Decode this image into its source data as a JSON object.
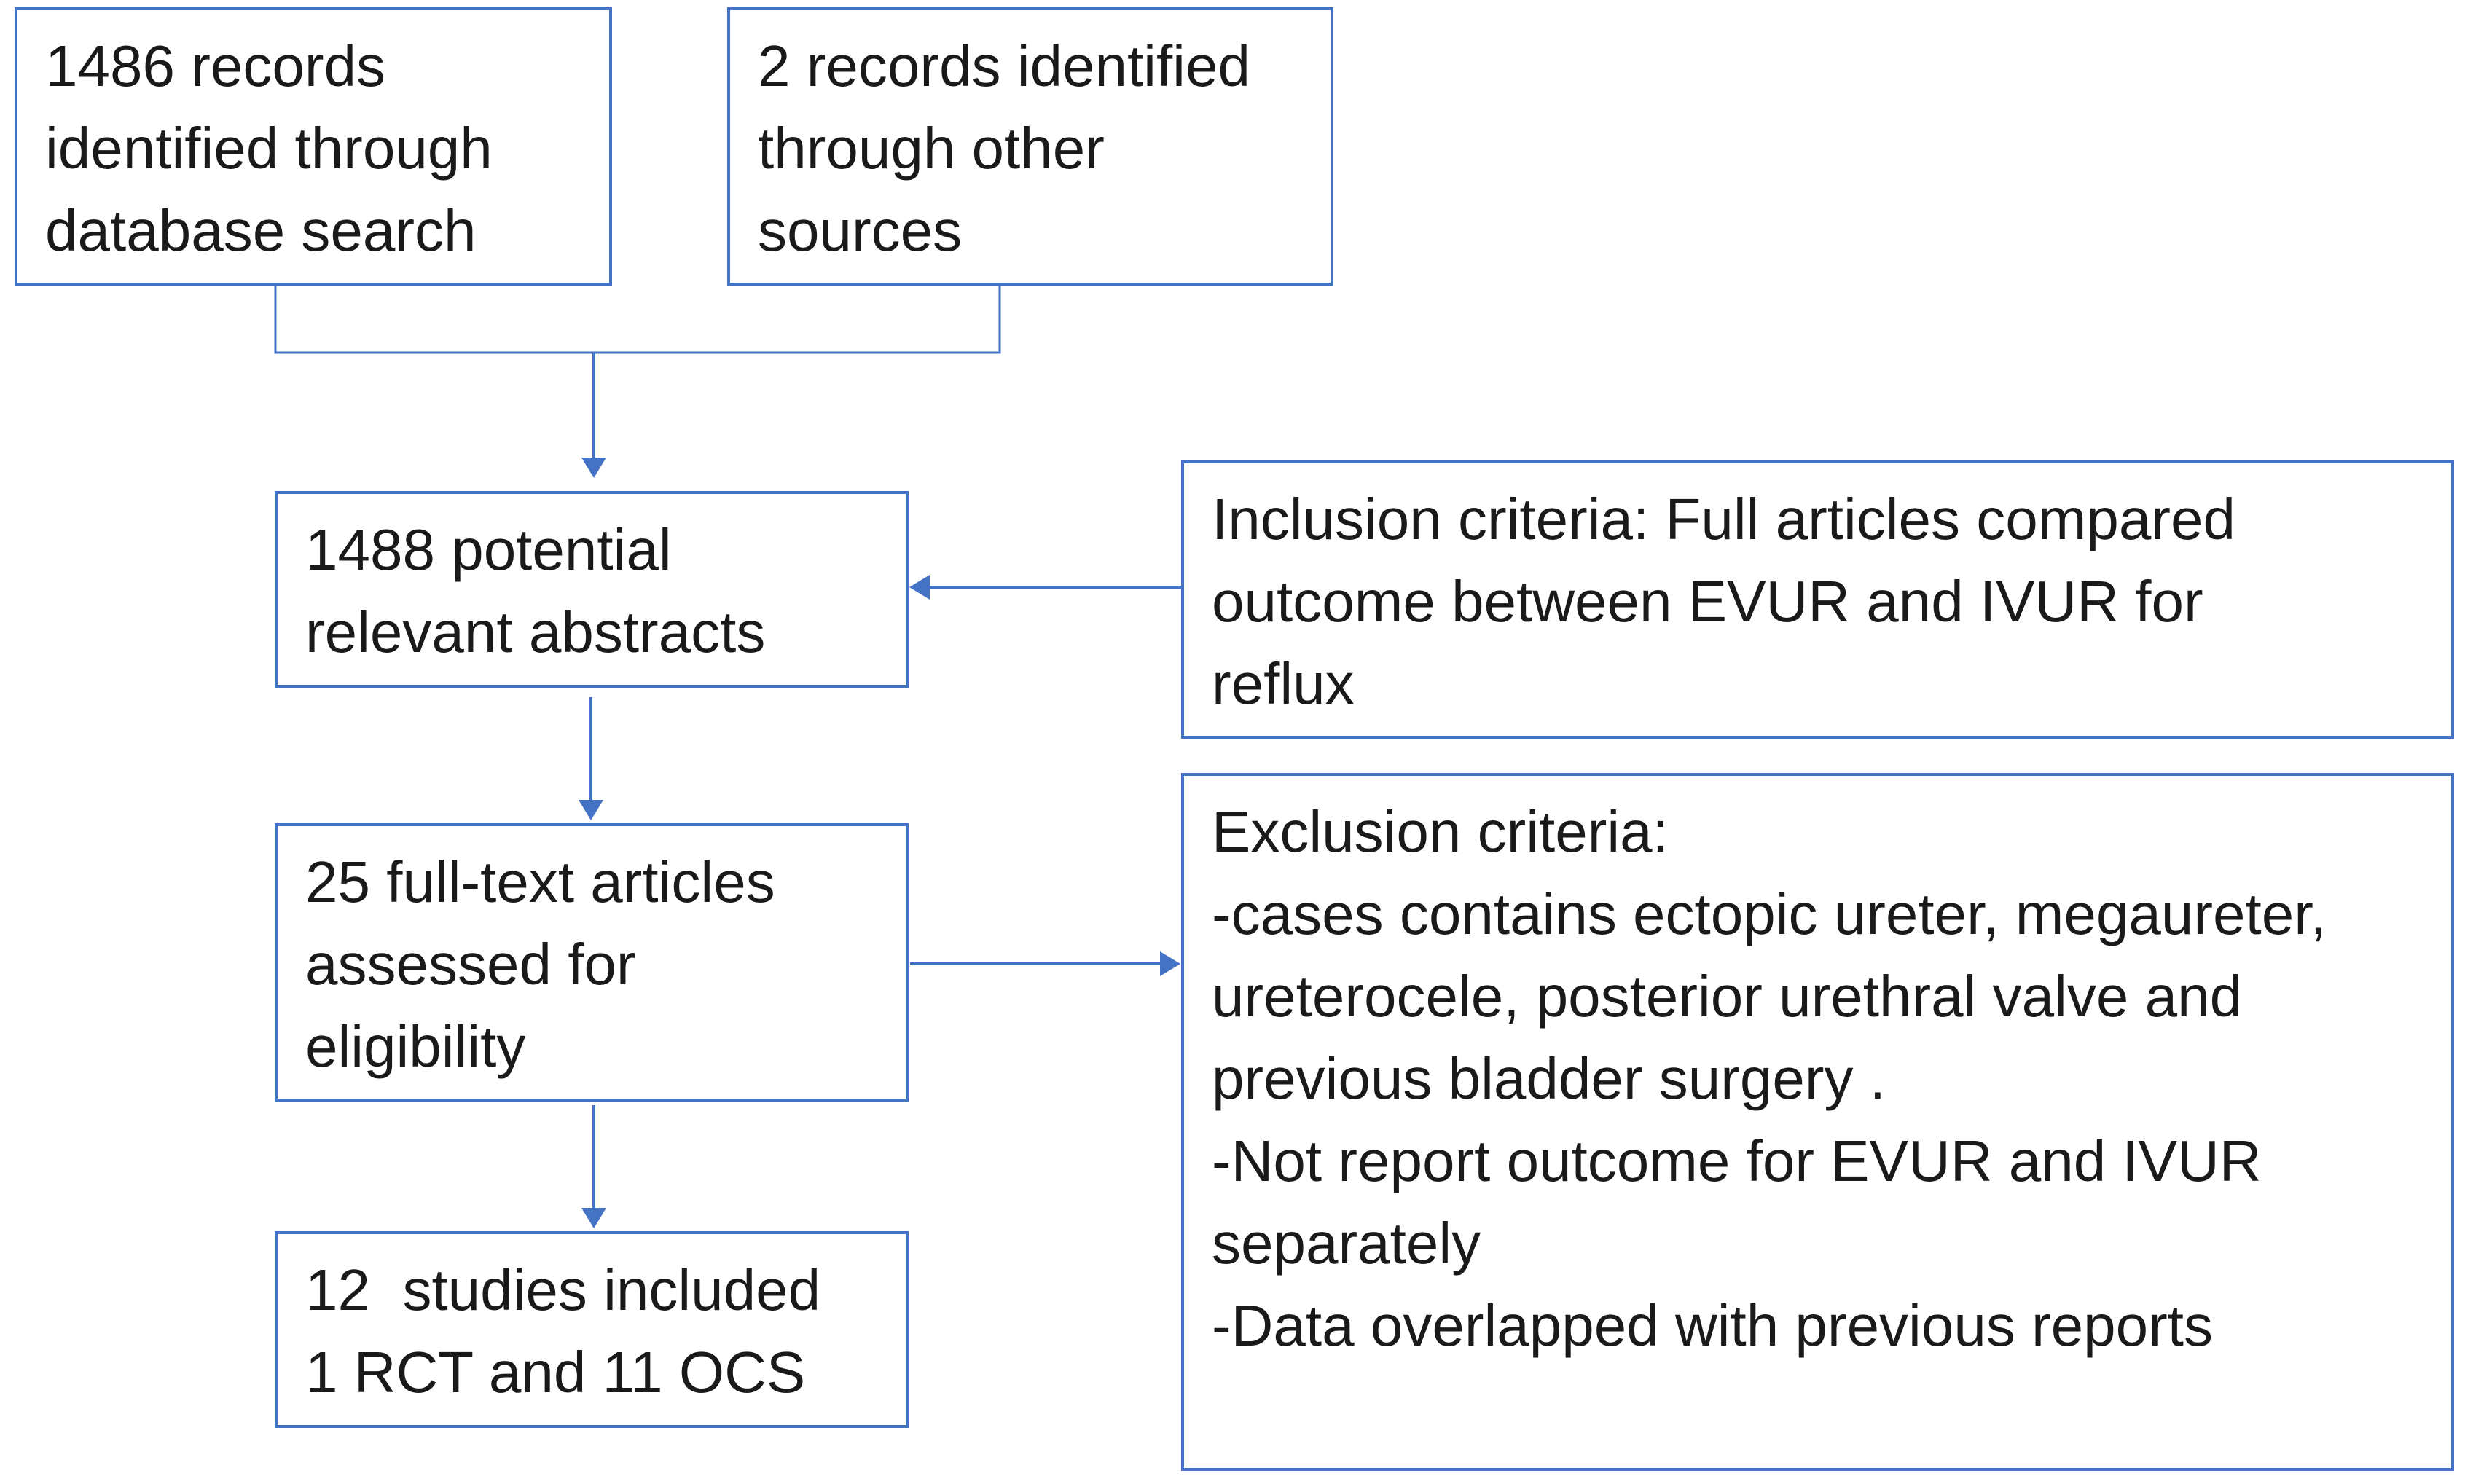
{
  "colors": {
    "box_border": "#4472c4",
    "connector": "#4472c4",
    "text": "#1a1a1a",
    "background": "#ffffff"
  },
  "nodes": {
    "database_search": {
      "lines": [
        "1486 records",
        "identified through",
        "database search"
      ]
    },
    "other_sources": {
      "lines": [
        "2 records identified",
        "through other",
        "sources"
      ]
    },
    "potential_abstracts": {
      "lines": [
        "1488 potential",
        "relevant abstracts"
      ]
    },
    "inclusion_criteria": {
      "lines": [
        "Inclusion criteria: Full articles compared",
        "outcome between EVUR and IVUR for",
        "reflux"
      ]
    },
    "full_text_assessed": {
      "lines": [
        "25 full-text articles",
        "assessed for",
        "eligibility"
      ]
    },
    "exclusion_criteria": {
      "lines": [
        "Exclusion criteria:",
        "-cases contains ectopic ureter, megaureter,",
        "ureterocele, posterior urethral valve and",
        "previous bladder surgery .",
        "-Not report outcome for EVUR and IVUR",
        "separately",
        "-Data overlapped with previous reports"
      ]
    },
    "studies_included": {
      "lines": [
        "12  studies included",
        "1 RCT and 11 OCS"
      ]
    }
  }
}
